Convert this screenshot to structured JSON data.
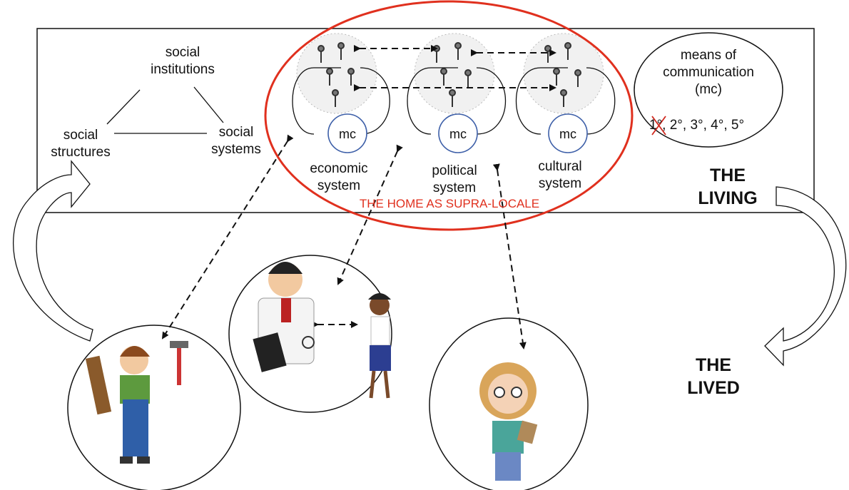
{
  "diagram": {
    "social_triangle": {
      "institutions": [
        "social",
        "institutions"
      ],
      "structures": [
        "social",
        "structures"
      ],
      "systems": [
        "social",
        "systems"
      ]
    },
    "home_label": "THE HOME AS SUPRA-LOCALE",
    "systems": [
      {
        "line1": "economic",
        "line2": "system",
        "mc": "mc"
      },
      {
        "line1": "political",
        "line2": "system",
        "mc": "mc"
      },
      {
        "line1": "cultural",
        "line2": "system",
        "mc": "mc"
      }
    ],
    "means_of_communication": {
      "line1": "means of",
      "line2": "communication",
      "line3": "(mc)",
      "crossed": "1°",
      "rest": ", 2°, 3°, 4°, 5°"
    },
    "the_living": [
      "THE",
      "LIVING"
    ],
    "the_lived": [
      "THE",
      "LIVED"
    ],
    "colors": {
      "home_ellipse": "#e0301e",
      "mc_circle": "#3d5fa8",
      "cross": "#d0271d"
    }
  }
}
